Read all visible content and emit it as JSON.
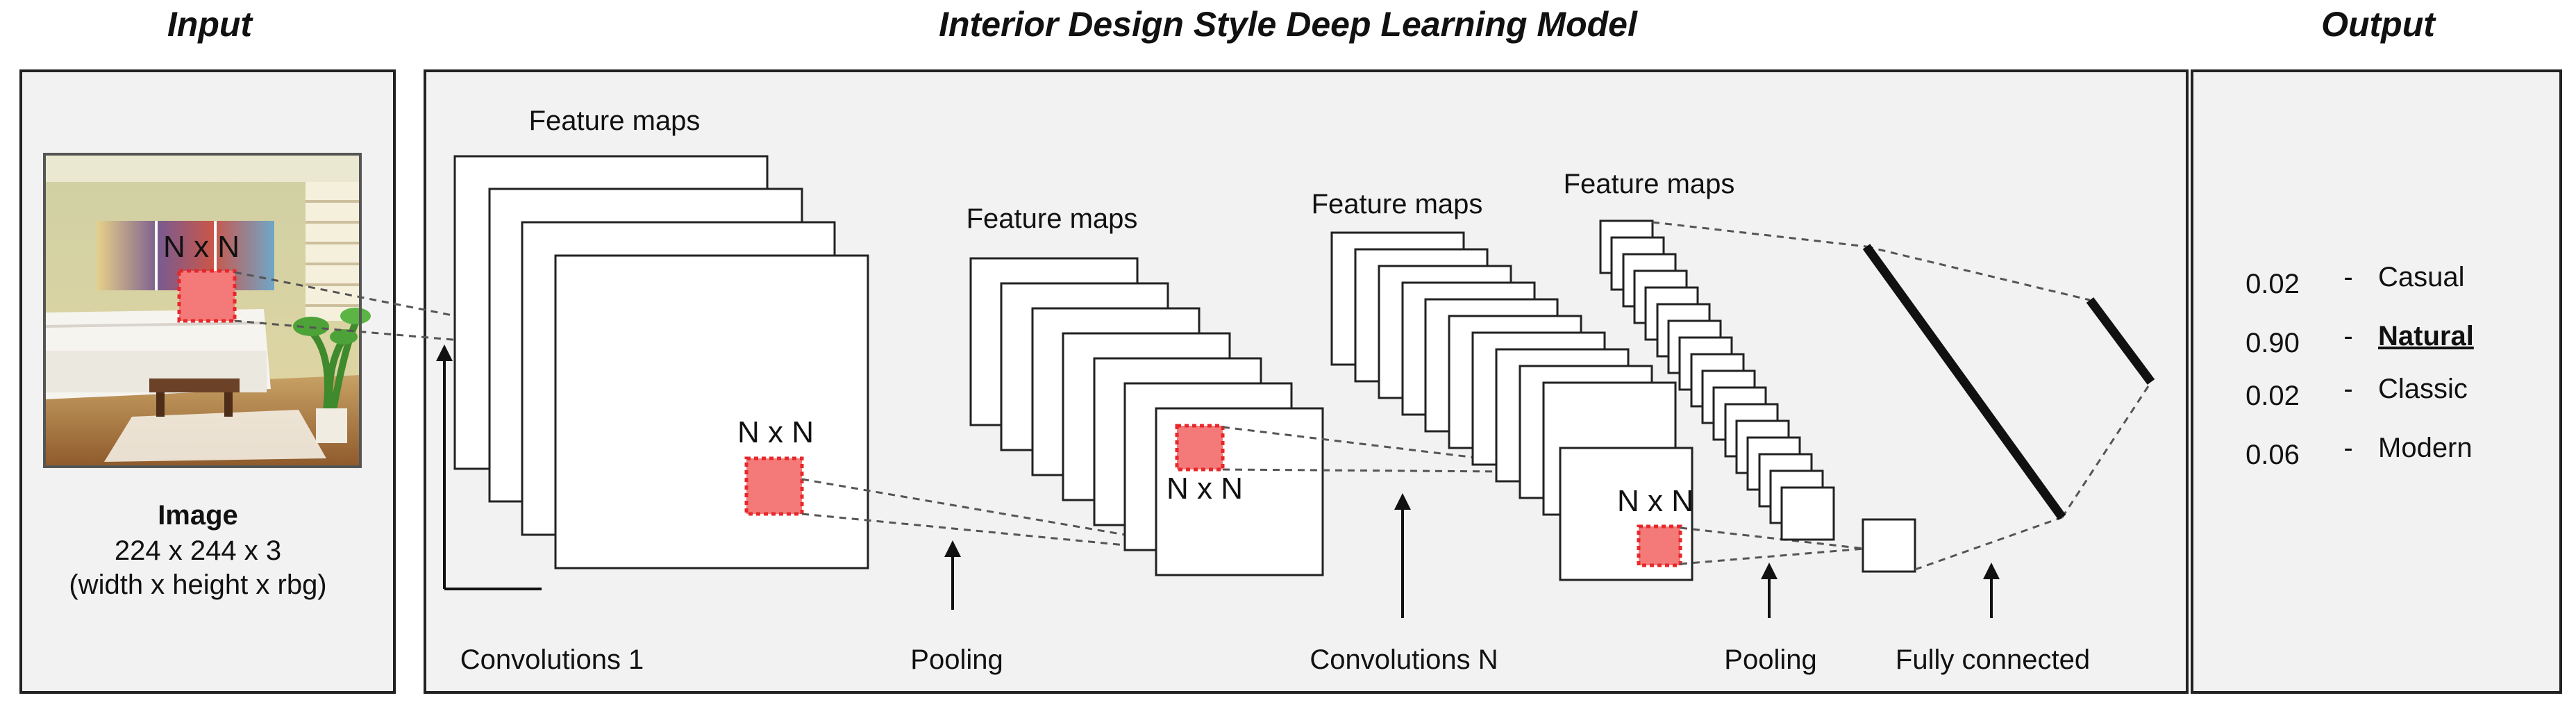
{
  "headers": {
    "input": "Input",
    "model": "Interior Design Style Deep Learning Model",
    "output": "Output"
  },
  "input_panel": {
    "nxn": "N x N",
    "image_title": "Image",
    "image_size": "224 x 244 x 3",
    "image_dims": "(width x height x rbg)"
  },
  "feature_map_label": "Feature maps",
  "nxn_label": "N x N",
  "stages": {
    "conv1": "Convolutions 1",
    "pool1": "Pooling",
    "convN": "Convolutions N",
    "pool2": "Pooling",
    "fc": "Fully connected"
  },
  "outputs": [
    {
      "score": "0.02",
      "dash": "-",
      "label": "Casual",
      "highlight": false
    },
    {
      "score": "0.90",
      "dash": "-",
      "label": "Natural",
      "highlight": true
    },
    {
      "score": "0.02",
      "dash": "-",
      "label": "Classic",
      "highlight": false
    },
    {
      "score": "0.06",
      "dash": "-",
      "label": "Modern",
      "highlight": false
    }
  ],
  "colors": {
    "panel_bg": "#f2f2f2",
    "patch_fill": "#f47a7a",
    "patch_border": "#e8272a"
  }
}
